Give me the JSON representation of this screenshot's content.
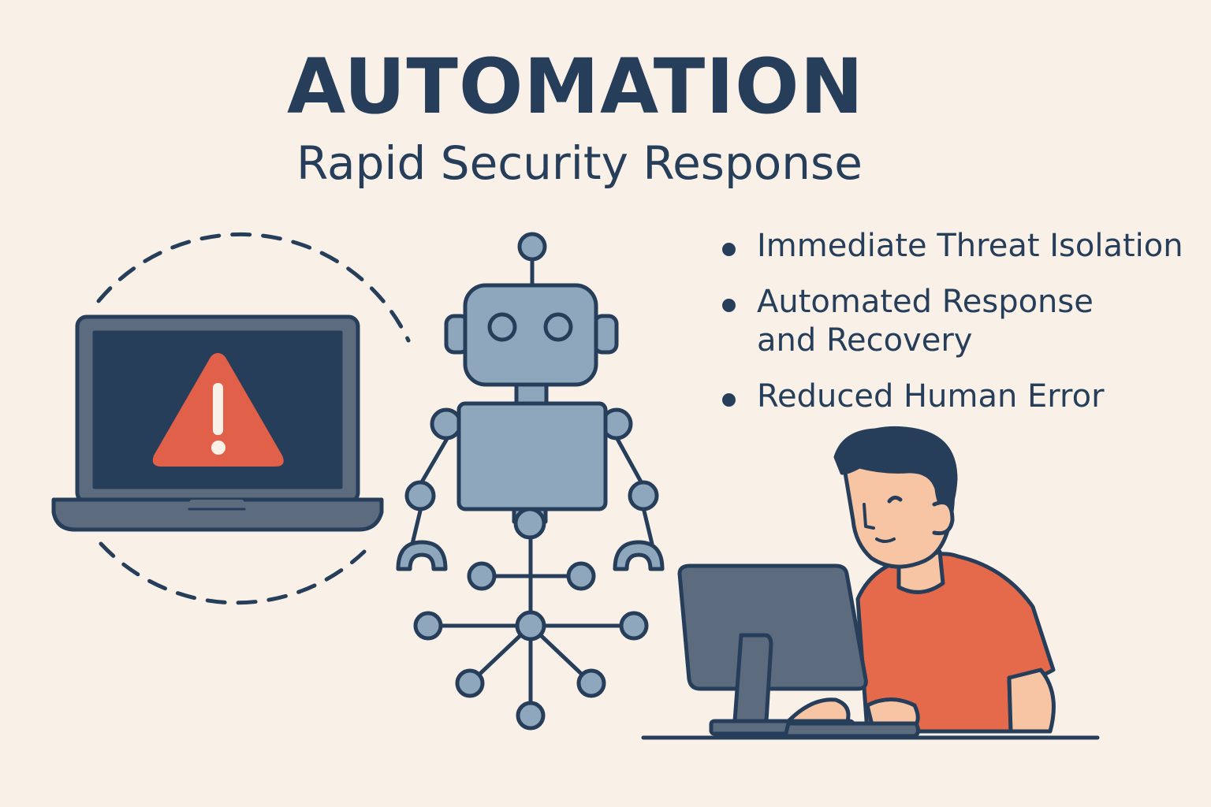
{
  "title": "AUTOMATION",
  "subtitle": "Rapid Security Response",
  "bullets": [
    "Immediate Threat Isolation",
    "Automated Response and Recovery",
    "Reduced Human Error"
  ],
  "icons": [
    "laptop-icon",
    "warning-icon",
    "robot-icon",
    "network-icon",
    "person-icon",
    "monitor-icon",
    "keyboard-icon"
  ],
  "colors": {
    "background": "#f9f1e8",
    "text": "#263e5a",
    "alert": "#e0604a",
    "robot": "#8fa7bd",
    "shirt": "#e56a4c",
    "skin": "#f7c5a3"
  }
}
